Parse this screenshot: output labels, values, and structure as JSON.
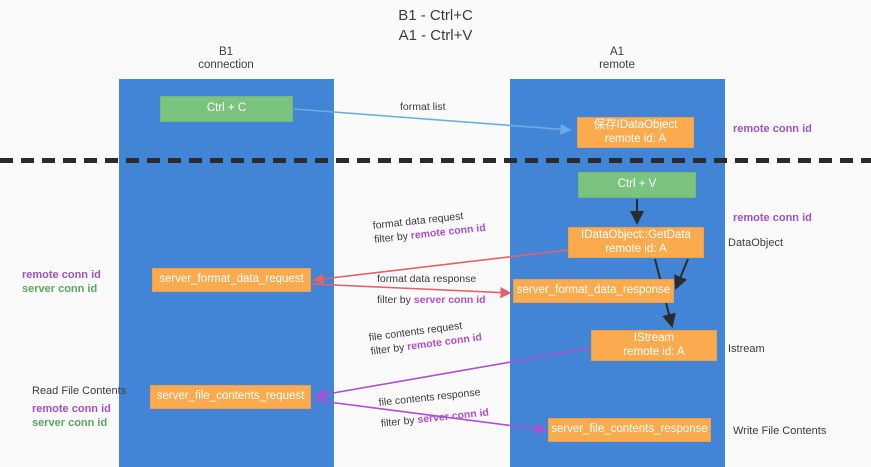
{
  "title": {
    "line1": "B1 - Ctrl+C",
    "line2": "A1 - Ctrl+V"
  },
  "columns": {
    "b1": {
      "name": "B1",
      "role": "connection"
    },
    "a1": {
      "name": "A1",
      "role": "remote"
    }
  },
  "boxes": {
    "ctrl_c": {
      "label": "Ctrl + C",
      "color": "#7bc47f"
    },
    "ctrl_v": {
      "label": "Ctrl + V",
      "color": "#7bc47f"
    },
    "save_idataobject": {
      "line1": "保存IDataObject",
      "line2": "remote id: A",
      "color": "#fbab4e"
    },
    "idataobject_getdata": {
      "line1": "IDataObject::GetData",
      "line2": "remote id: A",
      "color": "#fbab4e"
    },
    "istream": {
      "line1": "IStream",
      "line2": "remote id: A",
      "color": "#fbab4e"
    },
    "server_format_data_request": {
      "label": "server_format_data_request",
      "color": "#fbab4e"
    },
    "server_format_data_response": {
      "label": "server_format_data_response",
      "color": "#fbab4e"
    },
    "server_file_contents_request": {
      "label": "server_file_contents_request",
      "color": "#fbab4e"
    },
    "server_file_contents_response": {
      "label": "server_file_contents_response",
      "color": "#fbab4e"
    }
  },
  "right_labels": {
    "remote_conn_id_top": "remote conn id",
    "remote_conn_id_mid": "remote conn id",
    "dataobject": "DataObject",
    "istream": "Istream",
    "write_file_contents": "Write File Contents"
  },
  "left_labels": {
    "group1": {
      "remote": "remote conn id",
      "server": "server conn id"
    },
    "group2": {
      "heading": "Read File Contents",
      "remote": "remote conn id",
      "server": "server conn id"
    }
  },
  "edge_labels": {
    "format_list": "format list",
    "format_data_request": {
      "line1": "format data request",
      "prefix": "filter by ",
      "key": "remote conn id"
    },
    "format_data_response": {
      "line1": "format data response",
      "prefix": "filter by ",
      "key": "server conn id"
    },
    "file_contents_request": {
      "line1": "file contents request",
      "prefix": "filter by ",
      "key": "remote conn id"
    },
    "file_contents_response": {
      "line1": "file contents response",
      "prefix": "filter by ",
      "key": "server conn id"
    }
  },
  "colors": {
    "column_blue": "#4285d6",
    "green": "#7bc47f",
    "orange": "#fbab4e",
    "purple": "#a052c8",
    "green_text": "#5aa85e",
    "magenta": "#b04fd0",
    "red_arrow": "#e2636a",
    "blue_arrow": "#6aaee0",
    "dash_black": "#2b2b2b"
  }
}
